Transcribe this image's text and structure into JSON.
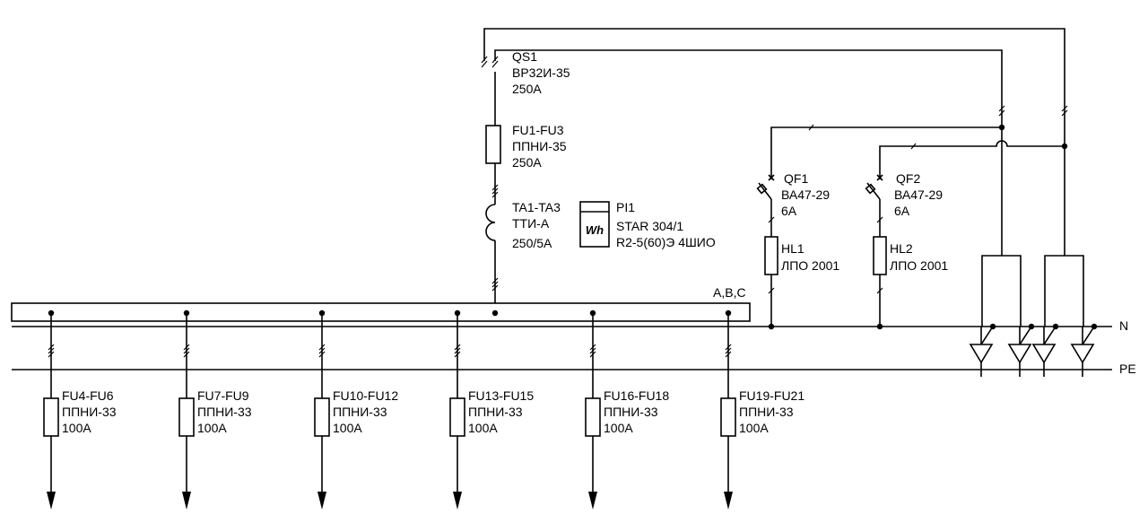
{
  "main_switch": {
    "ref": "QS1",
    "model": "ВР32И-35",
    "rating": "250A"
  },
  "main_fuses": {
    "ref": "FU1-FU3",
    "model": "ППНИ-35",
    "rating": "250A"
  },
  "current_transformers": {
    "ref": "TA1-TA3",
    "model": "ТТИ-А",
    "ratio": "250/5A"
  },
  "meter": {
    "ref": "PI1",
    "symbol": "Wh",
    "model": "STAR 304/1",
    "spec": "R2-5(60)Э 4ШИО"
  },
  "busbar": {
    "label": "A,B,C"
  },
  "lines": {
    "neutral": "N",
    "protective_earth": "PE"
  },
  "breakers": [
    {
      "ref": "QF1",
      "model": "ВА47-29",
      "rating": "6A"
    },
    {
      "ref": "QF2",
      "model": "ВА47-29",
      "rating": "6A"
    }
  ],
  "lamps": [
    {
      "ref": "HL1",
      "model": "ЛПО 2001"
    },
    {
      "ref": "HL2",
      "model": "ЛПО 2001"
    }
  ],
  "feeders": [
    {
      "ref": "FU4-FU6",
      "model": "ППНИ-33",
      "rating": "100A"
    },
    {
      "ref": "FU7-FU9",
      "model": "ППНИ-33",
      "rating": "100A"
    },
    {
      "ref": "FU10-FU12",
      "model": "ППНИ-33",
      "rating": "100A"
    },
    {
      "ref": "FU13-FU15",
      "model": "ППНИ-33",
      "rating": "100A"
    },
    {
      "ref": "FU16-FU18",
      "model": "ППНИ-33",
      "rating": "100A"
    },
    {
      "ref": "FU19-FU21",
      "model": "ППНИ-33",
      "rating": "100A"
    }
  ]
}
